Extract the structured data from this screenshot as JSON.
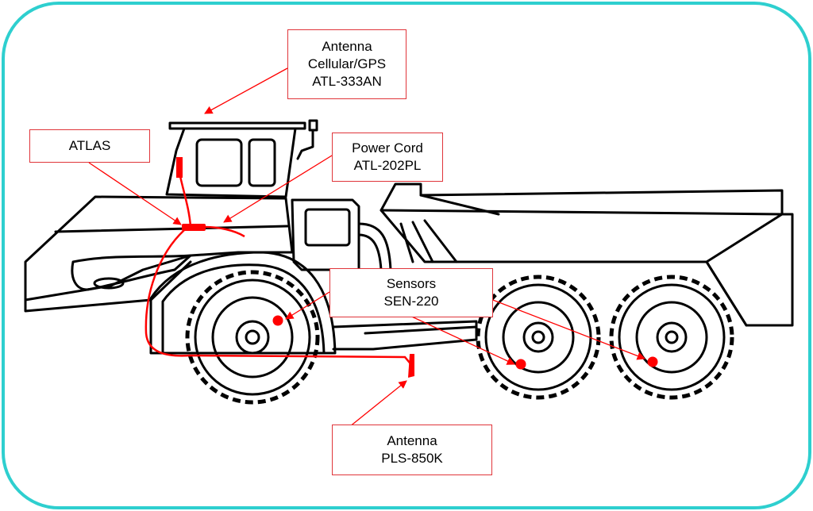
{
  "diagram": {
    "subject": "articulated-dump-truck",
    "colors": {
      "frame": "#2ecfcf",
      "truck_line": "#000000",
      "callout": "#ff0000",
      "box_border": "#e0353a",
      "device": "#ff0000"
    },
    "labels": {
      "antenna_gps": {
        "line1": "Antenna",
        "line2": "Cellular/GPS",
        "line3": "ATL-333AN"
      },
      "atlas": {
        "line1": "ATLAS"
      },
      "power_cord": {
        "line1": "Power Cord",
        "line2": "ATL-202PL"
      },
      "sensors": {
        "line1": "Sensors",
        "line2": "SEN-220"
      },
      "antenna_pls": {
        "line1": "Antenna",
        "line2": "PLS-850K"
      }
    }
  }
}
